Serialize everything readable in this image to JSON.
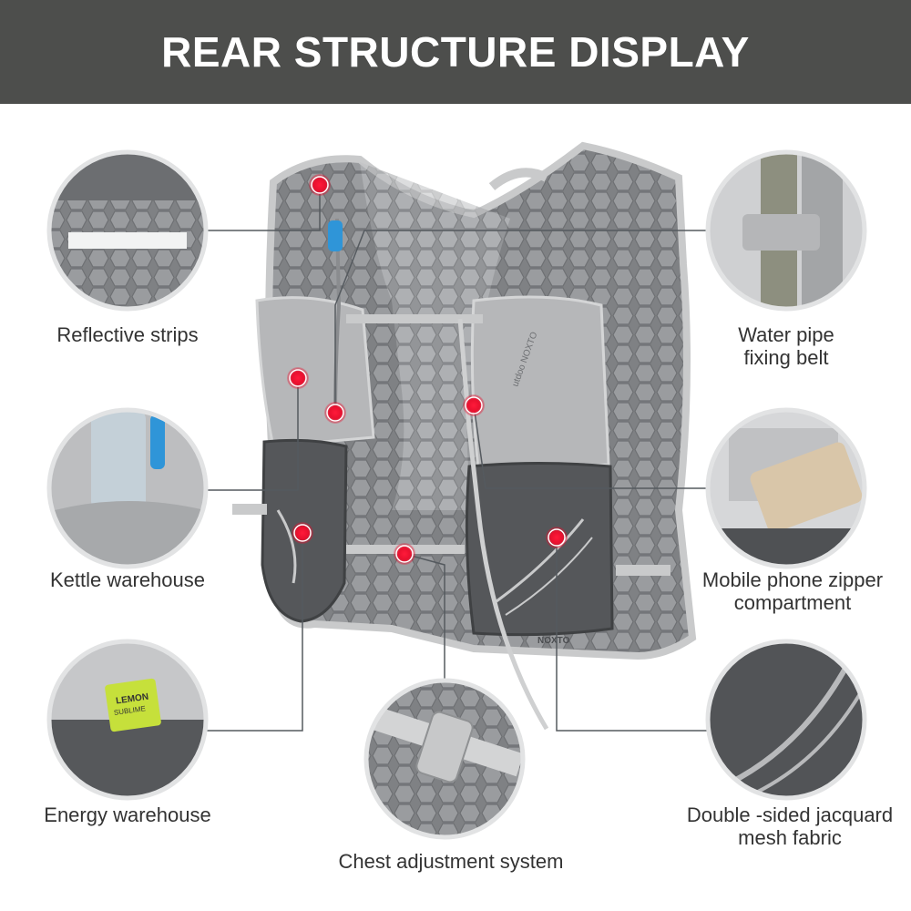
{
  "banner": {
    "title": "REAR STRUCTURE DISPLAY"
  },
  "features": {
    "reflective_strips": "Reflective strips",
    "water_pipe": [
      "Water pipe",
      "fixing belt"
    ],
    "kettle_warehouse": "Kettle warehouse",
    "phone_compartment": [
      "Mobile phone zipper",
      "compartment"
    ],
    "energy_warehouse": "Energy warehouse",
    "jacquard_mesh": [
      "Double -sided jacquard",
      "mesh fabric"
    ],
    "chest_adjustment": "Chest adjustment system"
  },
  "vest_text": {
    "brand": "NOXTO",
    "logo_small": "utdoo",
    "sticker_line1": "LEMON",
    "sticker_line2": "SUBLIME"
  },
  "colors": {
    "banner": "#4d4e4c",
    "marker": "#e8102e",
    "line": "#555a5f",
    "vest_gray": "#8e9093",
    "pocket_dark": "#55575a"
  }
}
